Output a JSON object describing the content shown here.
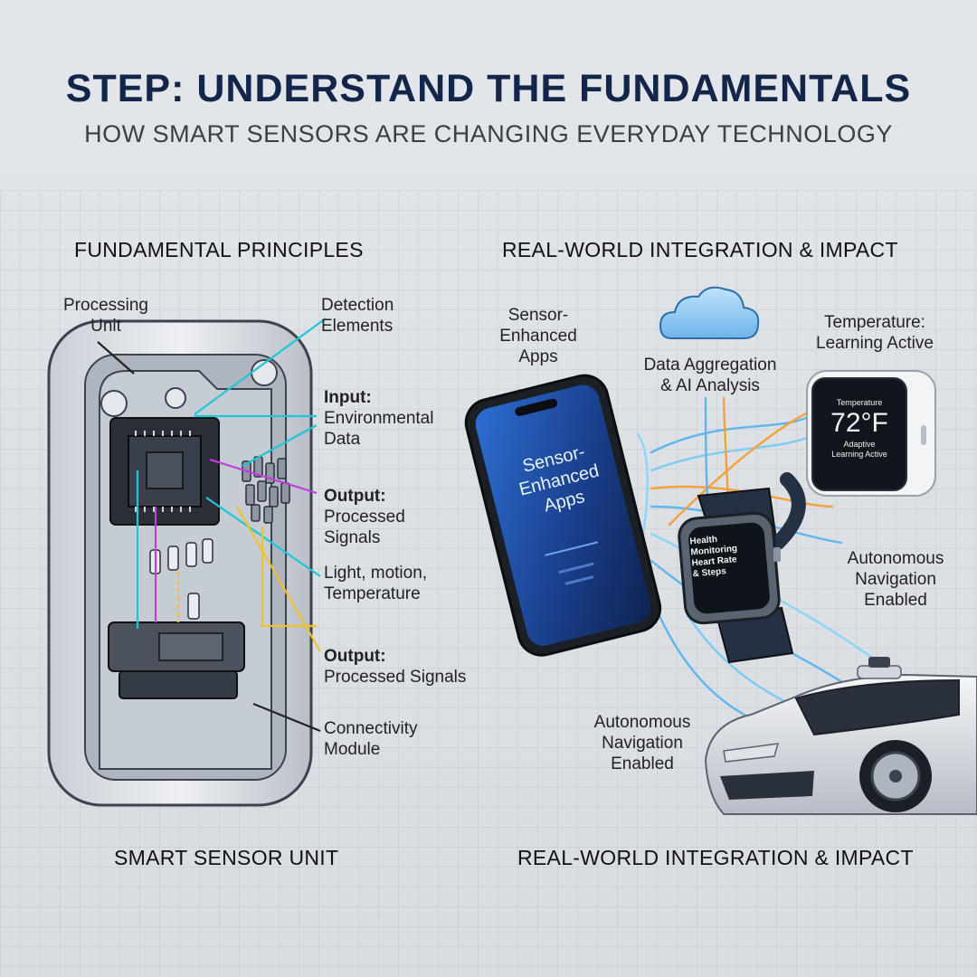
{
  "header": {
    "title": "STEP: UNDERSTAND THE FUNDAMENTALS",
    "subtitle": "HOW SMART SENSORS ARE CHANGING EVERYDAY TECHNOLOGY"
  },
  "left_panel": {
    "heading": "FUNDAMENTAL PRINCIPLES",
    "footer": "SMART SENSOR UNIT",
    "labels": {
      "processing_unit": [
        "Processing",
        "Unit"
      ],
      "detection_elements": [
        "Detection",
        "Elements"
      ],
      "input_title": "Input:",
      "input_desc": [
        "Environmental",
        "Data"
      ],
      "output1_title": "Output:",
      "output1_desc": [
        "Processed",
        "Signals"
      ],
      "stimuli": [
        "Light, motion,",
        "Temperature"
      ],
      "output2_title": "Output:",
      "output2_desc": "Processed Signals",
      "connectivity": [
        "Connectivity",
        "Module"
      ]
    }
  },
  "right_panel": {
    "heading": "REAL-WORLD INTEGRATION & IMPACT",
    "footer": "REAL-WORLD INTEGRATION & IMPACT",
    "labels": {
      "apps": [
        "Sensor-",
        "Enhanced",
        "Apps"
      ],
      "cloud": [
        "Data Aggregation",
        "& AI Analysis"
      ],
      "thermostat": [
        "Temperature:",
        "Learning Active"
      ],
      "car_right": [
        "Autonomous",
        "Navigation",
        "Enabled"
      ],
      "car_left": [
        "Autonomous",
        "Navigation",
        "Enabled"
      ]
    },
    "phone_screen": [
      "Sensor-",
      "Enhanced",
      "Apps"
    ],
    "watch_screen": [
      "Health",
      "Monitoring",
      "Heart Rate",
      "& Steps"
    ],
    "thermostat_screen": {
      "top": "Temperature",
      "value": "72°F",
      "bottom": [
        "Adaptive",
        "Learning Active"
      ]
    }
  },
  "colors": {
    "title": "#14254a",
    "cyan": "#1fc6d8",
    "magenta": "#c13de0",
    "yellow": "#f0c22a",
    "blue_flow": "#5fb6ef",
    "orange_flow": "#f4a13a"
  }
}
